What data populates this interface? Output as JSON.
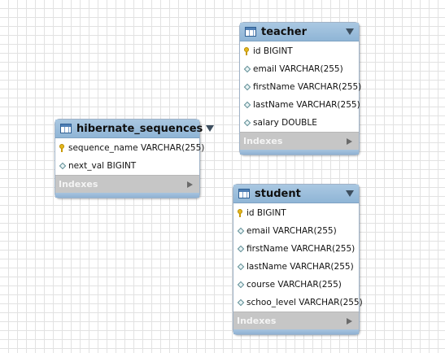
{
  "canvas": {
    "grid_color": "#e2e2e2"
  },
  "colors": {
    "header": "#9dc0de",
    "indexes_bar": "#c6c6c6",
    "key": "#e5b81c"
  },
  "tables": {
    "teacher": {
      "name": "teacher",
      "columns": [
        {
          "text": "id BIGINT",
          "icon": "primary-key-icon"
        },
        {
          "text": "email VARCHAR(255)",
          "icon": "column-diamond-icon"
        },
        {
          "text": "firstName VARCHAR(255)",
          "icon": "column-diamond-icon"
        },
        {
          "text": "lastName VARCHAR(255)",
          "icon": "column-diamond-icon"
        },
        {
          "text": "salary DOUBLE",
          "icon": "column-diamond-icon"
        }
      ],
      "indexes_label": "Indexes"
    },
    "hibernate_sequences": {
      "name": "hibernate_sequences",
      "columns": [
        {
          "text": "sequence_name VARCHAR(255)",
          "icon": "primary-key-icon"
        },
        {
          "text": "next_val BIGINT",
          "icon": "column-diamond-icon"
        }
      ],
      "indexes_label": "Indexes"
    },
    "student": {
      "name": "student",
      "columns": [
        {
          "text": "id BIGINT",
          "icon": "primary-key-icon"
        },
        {
          "text": "email VARCHAR(255)",
          "icon": "column-diamond-icon"
        },
        {
          "text": "firstName VARCHAR(255)",
          "icon": "column-diamond-icon"
        },
        {
          "text": "lastName VARCHAR(255)",
          "icon": "column-diamond-icon"
        },
        {
          "text": "course VARCHAR(255)",
          "icon": "column-diamond-icon"
        },
        {
          "text": "schoo_level VARCHAR(255)",
          "icon": "column-diamond-icon"
        }
      ],
      "indexes_label": "Indexes"
    }
  }
}
